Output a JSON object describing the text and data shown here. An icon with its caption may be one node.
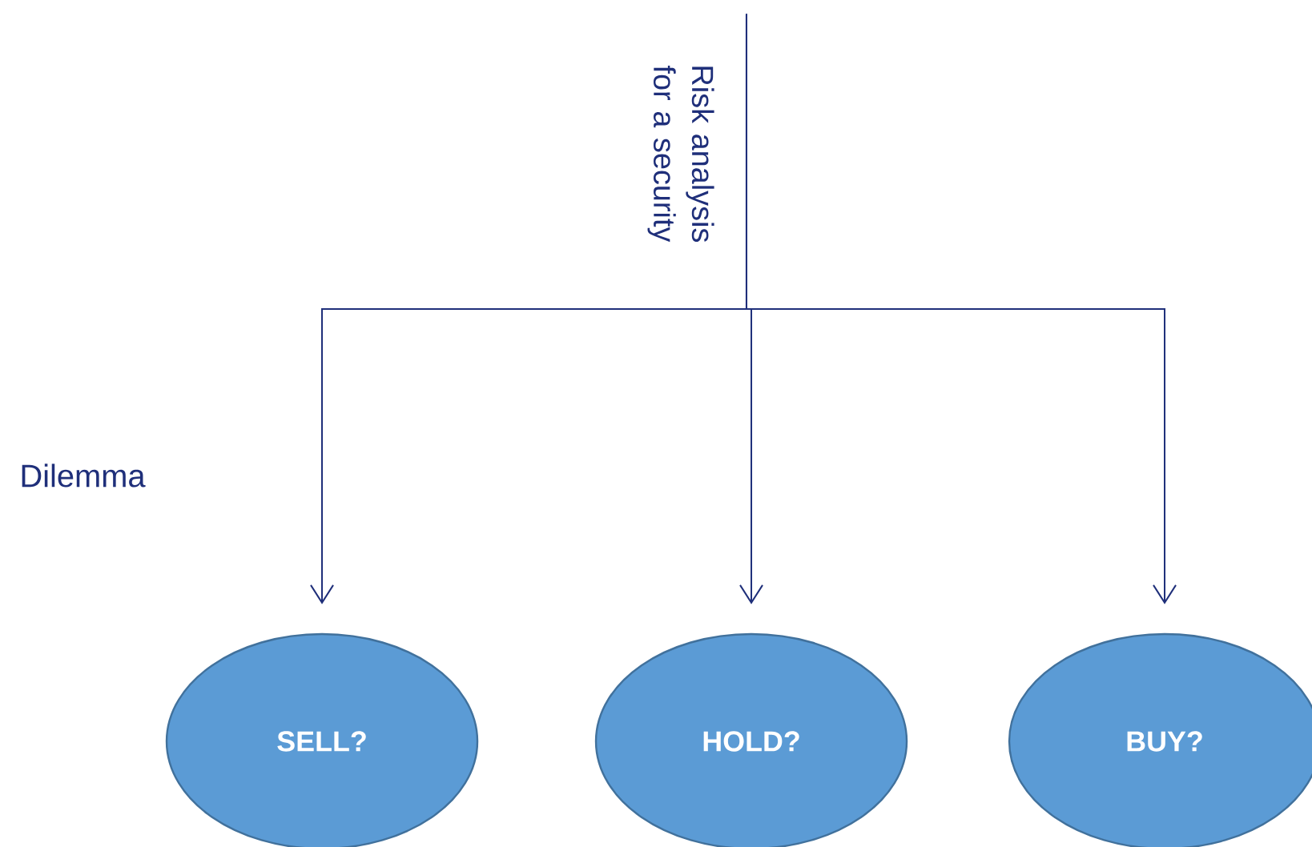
{
  "diagram": {
    "nodes": [
      {
        "text": [
          "Risk analysis for a security"
        ]
      },
      {
        "text": [
          "SELL?"
        ]
      },
      {
        "text": [
          "HOLD?"
        ]
      },
      {
        "text": [
          "BUY?"
        ]
      }
    ],
    "edges": [
      {
        "from": 0,
        "to": 1,
        "arrow": "to"
      },
      {
        "from": 0,
        "to": 2,
        "arrow": "to"
      },
      {
        "from": 0,
        "to": 3,
        "arrow": "to"
      }
    ],
    "labels": [
      "Dilemma"
    ]
  }
}
